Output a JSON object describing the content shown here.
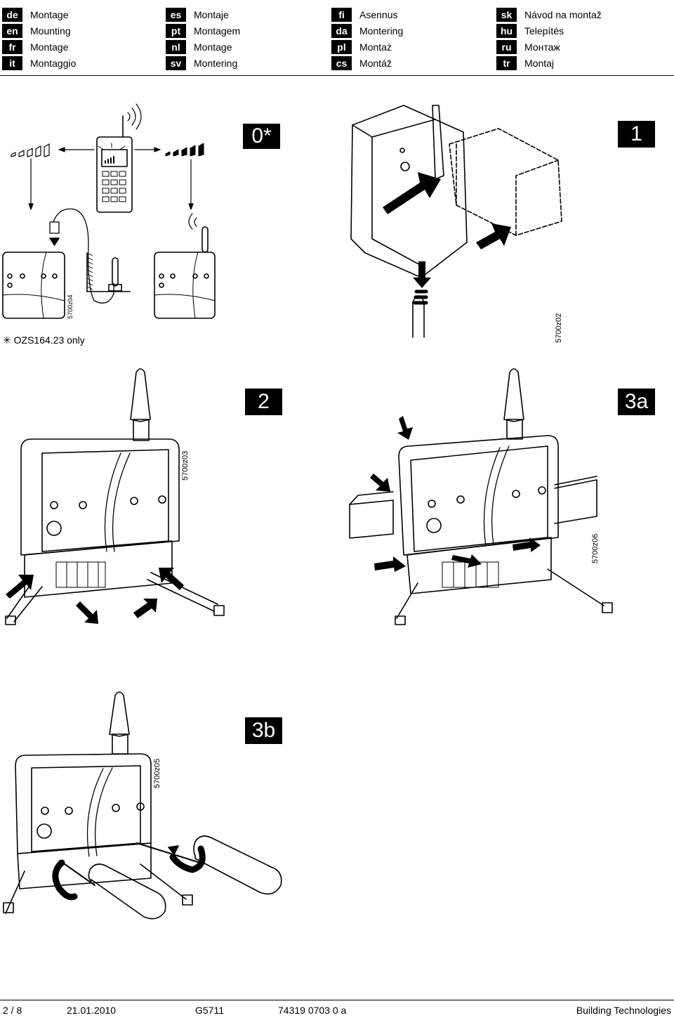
{
  "languages": [
    [
      {
        "code": "de",
        "label": "Montage"
      },
      {
        "code": "en",
        "label": "Mounting"
      },
      {
        "code": "fr",
        "label": "Montage"
      },
      {
        "code": "it",
        "label": "Montaggio"
      }
    ],
    [
      {
        "code": "es",
        "label": "Montaje"
      },
      {
        "code": "pt",
        "label": "Montagem"
      },
      {
        "code": "nl",
        "label": "Montage"
      },
      {
        "code": "sv",
        "label": "Montering"
      }
    ],
    [
      {
        "code": "fi",
        "label": "Asennus"
      },
      {
        "code": "da",
        "label": "Montering"
      },
      {
        "code": "pl",
        "label": "Montaż"
      },
      {
        "code": "cs",
        "label": "Montáž"
      }
    ],
    [
      {
        "code": "sk",
        "label": "Návod na montaž"
      },
      {
        "code": "hu",
        "label": "Telepítés"
      },
      {
        "code": "ru",
        "label": "Монтаж"
      },
      {
        "code": "tr",
        "label": "Montaj"
      }
    ]
  ],
  "steps": {
    "s0": "0*",
    "s1": "1",
    "s2": "2",
    "s3a": "3a",
    "s3b": "3b"
  },
  "note": {
    "symbol": "✳",
    "text": "OZS164.23 only"
  },
  "figure_codes": {
    "z04": "5700z04",
    "z02": "5700z02",
    "z03": "5700z03",
    "z06": "5700z06",
    "z05": "5700z05"
  },
  "footer": {
    "page": "2 / 8",
    "date": "21.01.2010",
    "doc": "G5711",
    "number": "74319 0703 0 a",
    "company": "Building Technologies"
  }
}
